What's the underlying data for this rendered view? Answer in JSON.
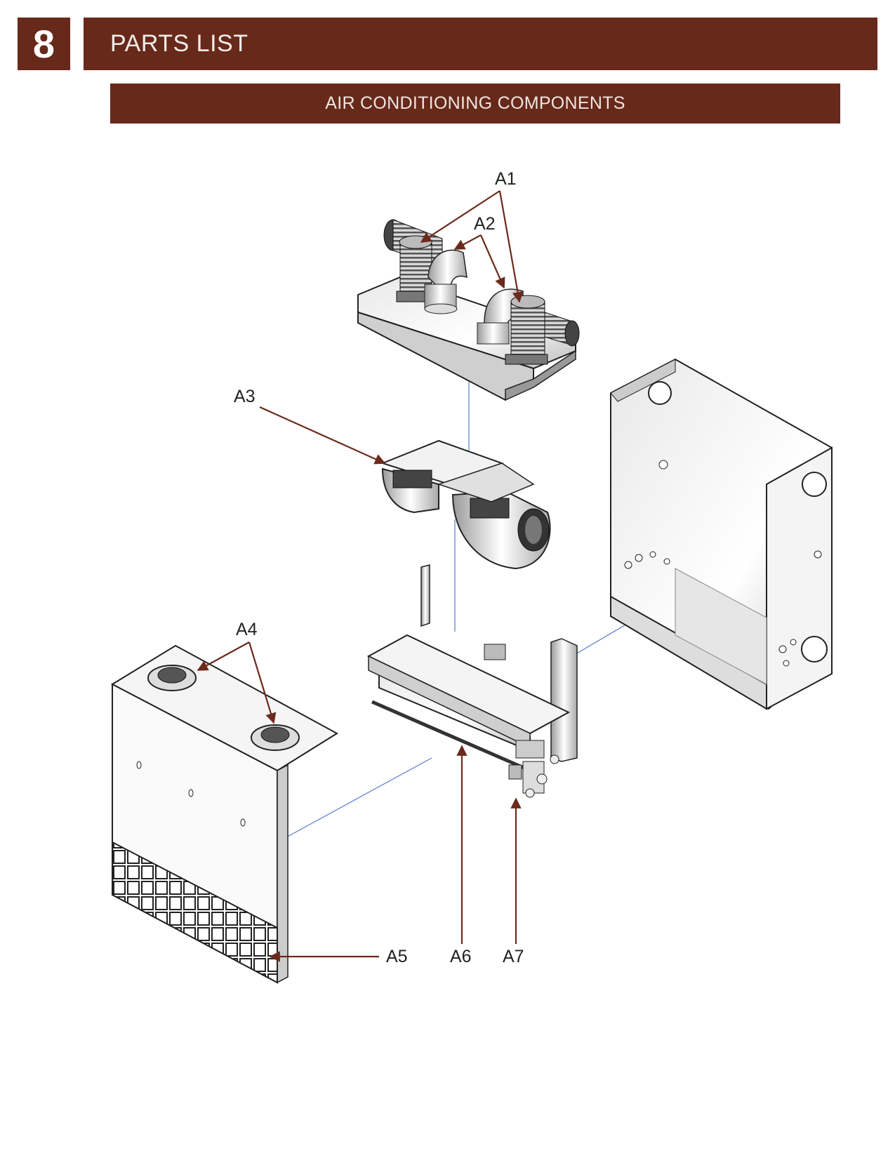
{
  "section_number": "8",
  "page_title": "PARTS LIST",
  "subtitle": "AIR CONDITIONING COMPONENTS",
  "colors": {
    "brand": "#67291a",
    "callout_arrow": "#6b2a1c",
    "guide_line": "#5a7ad0"
  },
  "callouts": {
    "a1": "A1",
    "a2": "A2",
    "a3": "A3",
    "a4": "A4",
    "a5": "A5",
    "a6": "A6",
    "a7": "A7"
  },
  "components": [
    "duct-plenum-assembly",
    "blower-fan-assembly",
    "evaporator-coil-assembly",
    "housing-cabinet",
    "front-cover-panel",
    "return-air-grille"
  ]
}
